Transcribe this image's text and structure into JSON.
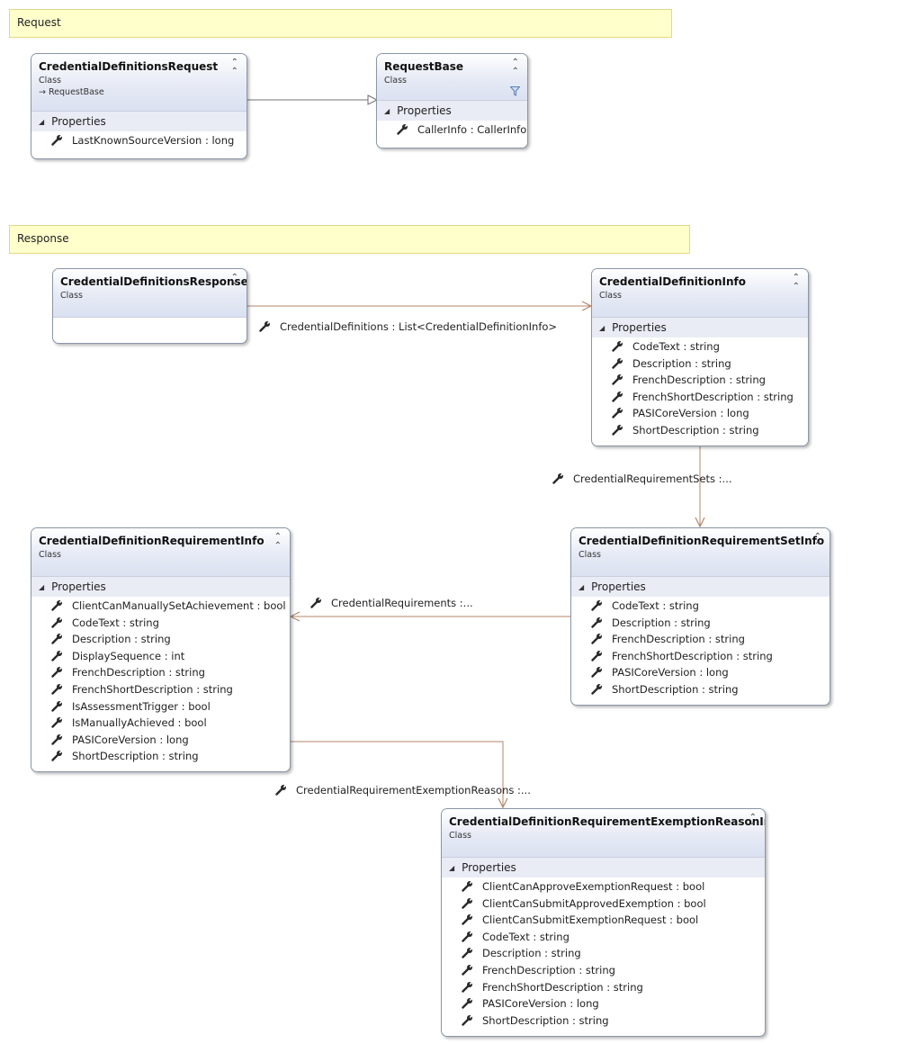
{
  "banners": {
    "request": "Request",
    "response": "Response"
  },
  "classes": {
    "credential_definitions_request": {
      "name": "CredentialDefinitionsRequest",
      "stereotype": "Class",
      "base": "RequestBase",
      "section": "Properties",
      "properties": [
        "LastKnownSourceVersion : long"
      ]
    },
    "request_base": {
      "name": "RequestBase",
      "stereotype": "Class",
      "section": "Properties",
      "properties": [
        "CallerInfo : CallerInfo"
      ]
    },
    "credential_definitions_response": {
      "name": "CredentialDefinitionsResponse",
      "stereotype": "Class"
    },
    "credential_definition_info": {
      "name": "CredentialDefinitionInfo",
      "stereotype": "Class",
      "section": "Properties",
      "properties": [
        "CodeText : string",
        "Description : string",
        "FrenchDescription : string",
        "FrenchShortDescription : string",
        "PASICoreVersion : long",
        "ShortDescription : string"
      ]
    },
    "credential_definition_requirement_info": {
      "name": "CredentialDefinitionRequirementInfo",
      "stereotype": "Class",
      "section": "Properties",
      "properties": [
        "ClientCanManuallySetAchievement : bool",
        "CodeText : string",
        "Description : string",
        "DisplaySequence : int",
        "FrenchDescription : string",
        "FrenchShortDescription : string",
        "IsAssessmentTrigger : bool",
        "IsManuallyAchieved : bool",
        "PASICoreVersion : long",
        "ShortDescription : string"
      ]
    },
    "credential_definition_requirement_set_info": {
      "name": "CredentialDefinitionRequirementSetInfo",
      "stereotype": "Class",
      "section": "Properties",
      "properties": [
        "CodeText : string",
        "Description : string",
        "FrenchDescription : string",
        "FrenchShortDescription : string",
        "PASICoreVersion : long",
        "ShortDescription : string"
      ]
    },
    "credential_definition_requirement_exemption_reason_info": {
      "name": "CredentialDefinitionRequirementExemptionReasonInfo",
      "stereotype": "Class",
      "section": "Properties",
      "properties": [
        "ClientCanApproveExemptionRequest : bool",
        "ClientCanSubmitApprovedExemption : bool",
        "ClientCanSubmitExemptionRequest : bool",
        "CodeText : string",
        "Description : string",
        "FrenchDescription : string",
        "FrenchShortDescription : string",
        "PASICoreVersion : long",
        "ShortDescription : string"
      ]
    }
  },
  "associations": {
    "credential_definitions": "CredentialDefinitions : List<CredentialDefinitionInfo>",
    "credential_requirement_sets": "CredentialRequirementSets  :...",
    "credential_requirements": "CredentialRequirements  :...",
    "credential_requirement_exemption_reasons": "CredentialRequirementExemptionReasons  :..."
  },
  "icons": {
    "property": "wrench-icon",
    "collapse": "double-chevron-up-icon",
    "section_toggle": "triangle-expander-icon",
    "inheritance": "inheritance-arrow-icon",
    "filter": "filter-icon"
  },
  "colors": {
    "banner_fill": "#ffffcc",
    "header_gradient": "#dbe1f1",
    "association_line": "#b5866a",
    "inheritance_line": "#707070"
  }
}
